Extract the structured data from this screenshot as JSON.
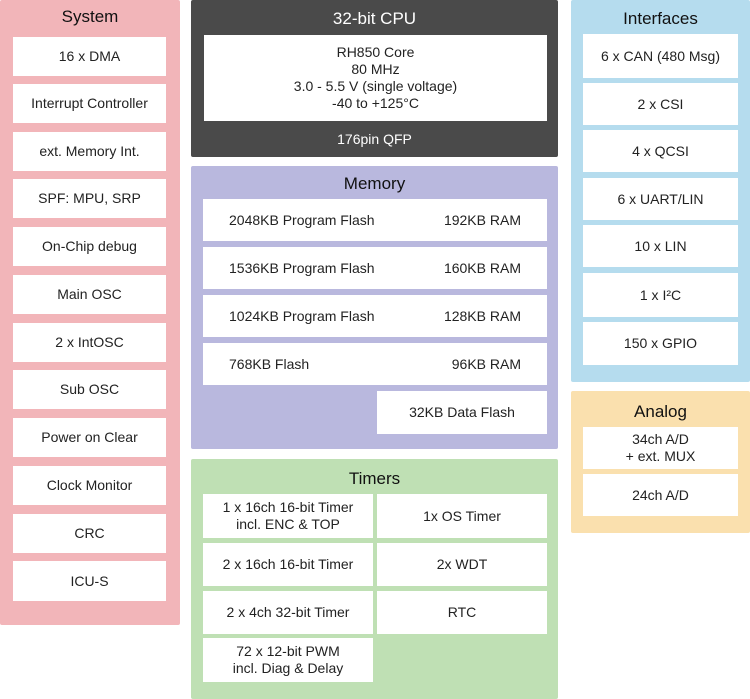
{
  "system": {
    "title": "System",
    "items": [
      "16 x DMA",
      "Interrupt Controller",
      "ext. Memory Int.",
      "SPF: MPU, SRP",
      "On-Chip debug",
      "Main OSC",
      "2 x IntOSC",
      "Sub OSC",
      "Power on Clear",
      "Clock Monitor",
      "CRC",
      "ICU-S"
    ]
  },
  "cpu": {
    "title": "32-bit CPU",
    "lines": [
      "RH850 Core",
      "80 MHz",
      "3.0 - 5.5 V (single voltage)",
      "-40 to +125°C"
    ],
    "package": "176pin QFP"
  },
  "memory": {
    "title": "Memory",
    "rows": [
      {
        "flash": "2048KB Program Flash",
        "ram": "192KB RAM"
      },
      {
        "flash": "1536KB Program Flash",
        "ram": "160KB RAM"
      },
      {
        "flash": "1024KB Program Flash",
        "ram": "128KB RAM"
      },
      {
        "flash": "768KB Flash",
        "ram": "96KB RAM"
      }
    ],
    "data_flash": "32KB Data Flash"
  },
  "timers": {
    "title": "Timers",
    "left": [
      [
        "1 x 16ch 16-bit Timer",
        "incl. ENC & TOP"
      ],
      [
        "2 x 16ch 16-bit Timer"
      ],
      [
        "2 x 4ch 32-bit Timer"
      ],
      [
        "72 x 12-bit PWM",
        "incl. Diag & Delay"
      ]
    ],
    "right": [
      "1x OS Timer",
      "2x WDT",
      "RTC"
    ]
  },
  "interfaces": {
    "title": "Interfaces",
    "items": [
      "6 x CAN (480 Msg)",
      "2 x CSI",
      "4 x QCSI",
      "6 x UART/LIN",
      "10 x LIN",
      "1 x I²C",
      "150 x GPIO"
    ]
  },
  "analog": {
    "title": "Analog",
    "items": [
      [
        "34ch A/D",
        "+ ext. MUX"
      ],
      [
        "24ch A/D"
      ]
    ]
  }
}
